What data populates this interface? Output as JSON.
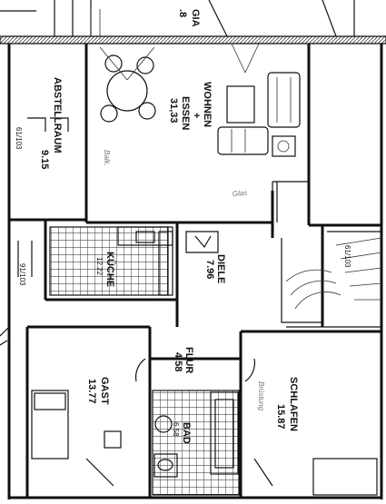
{
  "rooms": {
    "wohnen": {
      "name": "WOHNEN",
      "plus": "+",
      "name2": "ESSEN",
      "area": "31,33"
    },
    "abstellraum": {
      "name": "ABSTELLRAUM",
      "area": "9.15",
      "window": "61/103"
    },
    "kueche": {
      "name": "KÜCHE",
      "area": "12.22"
    },
    "diele": {
      "name": "DIELE",
      "area": "7.96"
    },
    "flur": {
      "name": "FLUR",
      "area": "4.58"
    },
    "gast": {
      "name": "GAST",
      "area": "13.77"
    },
    "bad": {
      "name": "BAD",
      "area": "6.58"
    },
    "schlafen": {
      "name": "SCHLAFEN",
      "area": "15.87"
    }
  },
  "labels": {
    "glas": "Glas",
    "top_fragment": "GIA",
    "top_fragment2": ".8",
    "window_left": "91/103",
    "window_right": "61/103",
    "faint_left": "Balk.",
    "faint_right": "Brüstung"
  }
}
